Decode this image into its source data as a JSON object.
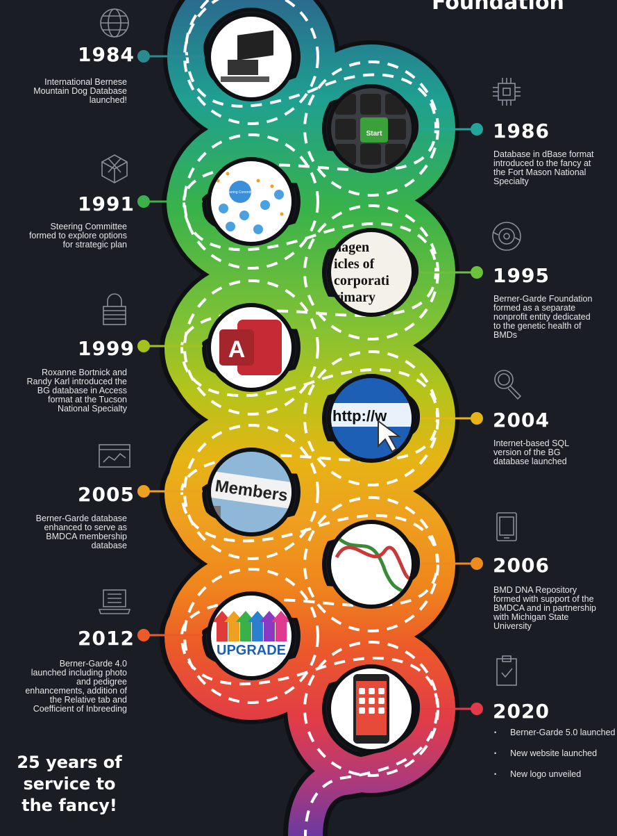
{
  "title": "Foundation",
  "tagline": "25 years of service to the fancy!",
  "milestones": [
    {
      "year": "1984",
      "side": "left",
      "color": "#2b8a8f",
      "icon": "globe-icon",
      "photo": "computer-photo",
      "lines": [
        "International Bernese",
        "Mountain Dog Database",
        "launched!"
      ]
    },
    {
      "year": "1986",
      "side": "right",
      "color": "#22a59a",
      "icon": "chip-icon",
      "photo": "keyboard-start-key-photo",
      "lines": [
        "Database in dBase format",
        "introduced to the fancy at",
        "the Fort Mason National",
        "Specialty"
      ]
    },
    {
      "year": "1991",
      "side": "left",
      "color": "#3cb04a",
      "icon": "cube-network-icon",
      "photo": "committee-diagram-photo",
      "lines": [
        "Steering Committee",
        "formed to explore options",
        "for strategic plan"
      ]
    },
    {
      "year": "1995",
      "side": "right",
      "color": "#6cc03a",
      "icon": "target-icon",
      "photo": "articles-of-incorporation-photo",
      "lines": [
        "Berner-Garde Foundation",
        "formed as a separate",
        "nonprofit entity dedicated",
        "to the genetic health of",
        "BMDs"
      ]
    },
    {
      "year": "1999",
      "side": "left",
      "color": "#a5c21c",
      "icon": "lock-icon",
      "photo": "access-logo-photo",
      "lines": [
        "Roxanne Bortnick and",
        "Randy Karl introduced the",
        "BG database in Access",
        "format at the Tucson",
        "National Specialty"
      ]
    },
    {
      "year": "2004",
      "side": "right",
      "color": "#e6b414",
      "icon": "magnifier-icon",
      "photo": "http-browser-photo",
      "lines": [
        "Internet-based SQL",
        "version of the BG",
        "database launched"
      ]
    },
    {
      "year": "2005",
      "side": "left",
      "color": "#eda120",
      "icon": "chart-window-icon",
      "photo": "members-sign-photo",
      "lines": [
        "Berner-Garde database",
        "enhanced to serve as",
        "BMDCA membership",
        "database"
      ]
    },
    {
      "year": "2006",
      "side": "right",
      "color": "#ef8a1c",
      "icon": "tablet-icon",
      "photo": "dna-helix-photo",
      "lines": [
        "BMD DNA Repository",
        "formed with support of the",
        "BMDCA and in partnership",
        "with  Michigan State",
        "University"
      ]
    },
    {
      "year": "2012",
      "side": "left",
      "color": "#ec5a2a",
      "icon": "laptop-icon",
      "photo": "upgrade-arrows-photo",
      "lines": [
        "Berner-Garde 4.0",
        "launched  including photo",
        "and pedigree",
        "enhancements, addition of",
        "the Relative tab and",
        "Coefficient of Inbreeding"
      ]
    },
    {
      "year": "2020",
      "side": "right",
      "color": "#e23a48",
      "icon": "clipboard-check-icon",
      "photo": "smartphone-photo",
      "lines": []
    }
  ],
  "bullets_2020": [
    "Berner-Garde 5.0 launched",
    "New website launched",
    "New logo unveiled"
  ],
  "road": {
    "stripe": "#ffffff",
    "outer": "#262a33",
    "shadow": "#0e1014"
  },
  "photo_text": {
    "keyboard": "Start",
    "committee": "Steering Committee",
    "articles": [
      "nagen",
      "icles of",
      "corporati",
      "rimary"
    ],
    "access": "A",
    "http": "http://w",
    "members": "Members",
    "upgrade": "UPGRADE"
  }
}
